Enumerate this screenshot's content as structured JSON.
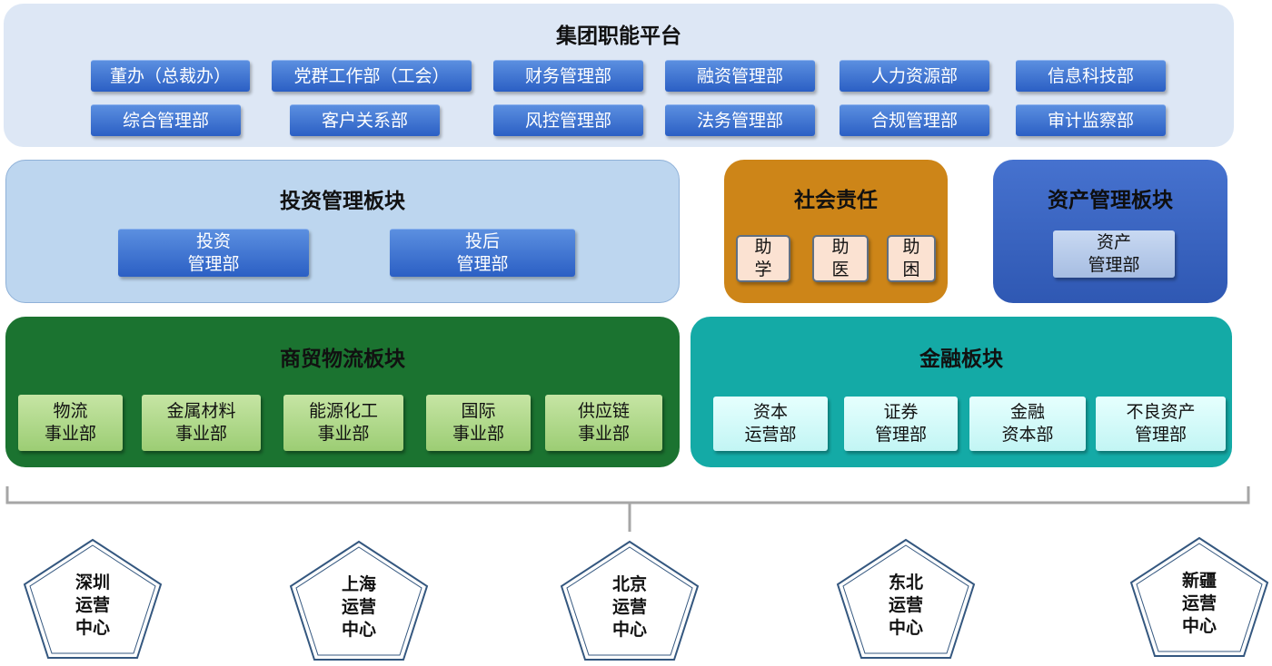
{
  "group_platform": {
    "title": "集团职能平台",
    "row1": [
      "董办（总裁办）",
      "党群工作部（工会）",
      "财务管理部",
      "融资管理部",
      "人力资源部",
      "信息科技部"
    ],
    "row2": [
      "综合管理部",
      "客户关系部",
      "风控管理部",
      "法务管理部",
      "合规管理部",
      "审计监察部"
    ]
  },
  "investment": {
    "title": "投资管理板块",
    "units": [
      {
        "line1": "投资",
        "line2": "管理部"
      },
      {
        "line1": "投后",
        "line2": "管理部"
      }
    ]
  },
  "social": {
    "title": "社会责任",
    "units": [
      {
        "line1": "助",
        "line2": "学"
      },
      {
        "line1": "助",
        "line2": "医"
      },
      {
        "line1": "助",
        "line2": "困"
      }
    ]
  },
  "asset": {
    "title": "资产管理板块",
    "units": [
      {
        "line1": "资产",
        "line2": "管理部"
      }
    ]
  },
  "trade": {
    "title": "商贸物流板块",
    "units": [
      {
        "line1": "物流",
        "line2": "事业部"
      },
      {
        "line1": "金属材料",
        "line2": "事业部"
      },
      {
        "line1": "能源化工",
        "line2": "事业部"
      },
      {
        "line1": "国际",
        "line2": "事业部"
      },
      {
        "line1": "供应链",
        "line2": "事业部"
      }
    ]
  },
  "finance": {
    "title": "金融板块",
    "units": [
      {
        "line1": "资本",
        "line2": "运营部"
      },
      {
        "line1": "证券",
        "line2": "管理部"
      },
      {
        "line1": "金融",
        "line2": "资本部"
      },
      {
        "line1": "不良资产",
        "line2": "管理部"
      }
    ]
  },
  "centers": [
    {
      "line1": "深圳",
      "line2": "运营",
      "line3": "中心"
    },
    {
      "line1": "上海",
      "line2": "运营",
      "line3": "中心"
    },
    {
      "line1": "北京",
      "line2": "运营",
      "line3": "中心"
    },
    {
      "line1": "东北",
      "line2": "运营",
      "line3": "中心"
    },
    {
      "line1": "新疆",
      "line2": "运营",
      "line3": "中心"
    }
  ],
  "colors": {
    "platform_bg": "#dde7f5",
    "investment_bg": "#bdd6ef",
    "social_bg": "#cd8518",
    "asset_bg": "#3a66c2",
    "trade_bg": "#1b7330",
    "finance_bg": "#14aaa6",
    "pentagon_stroke": "#34577f"
  }
}
